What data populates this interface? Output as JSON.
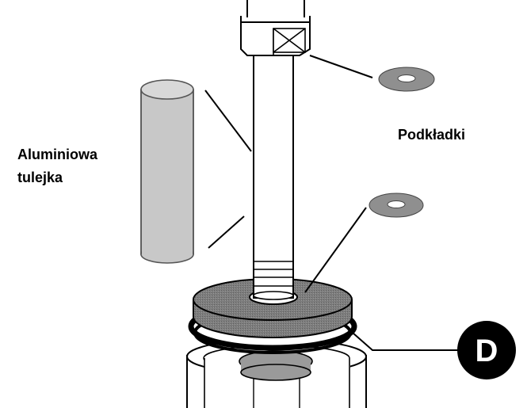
{
  "labels": {
    "sleeve_line1": "Aluminiowa",
    "sleeve_line2": "tulejka",
    "washers": "Podkładki",
    "callout": "D"
  },
  "colors": {
    "sleeve_fill": "#c8c8c8",
    "sleeve_stroke": "#555555",
    "washer_fill": "#8f8f8f",
    "disc_fill": "#777777",
    "callout_fill": "#000000",
    "callout_text": "#ffffff"
  }
}
